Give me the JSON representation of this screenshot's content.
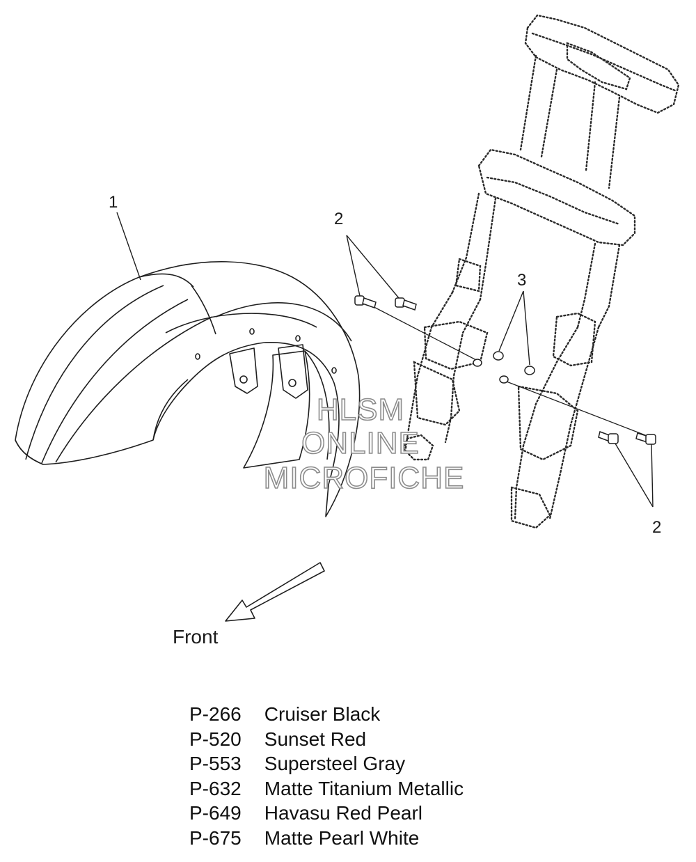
{
  "callouts": {
    "fender": "1",
    "screws_upper": "2",
    "nuts": "3",
    "screws_lower": "2"
  },
  "direction_label": "Front",
  "watermark": [
    "HLSM",
    "ONLINE",
    "MICROFICHE"
  ],
  "paint_codes": [
    {
      "code": "P-266",
      "name": "Cruiser Black"
    },
    {
      "code": "P-520",
      "name": "Sunset Red"
    },
    {
      "code": "P-553",
      "name": "Supersteel Gray"
    },
    {
      "code": "P-632",
      "name": "Matte Titanium Metallic"
    },
    {
      "code": "P-649",
      "name": "Havasu Red Pearl"
    },
    {
      "code": "P-675",
      "name": "Matte Pearl White"
    }
  ]
}
